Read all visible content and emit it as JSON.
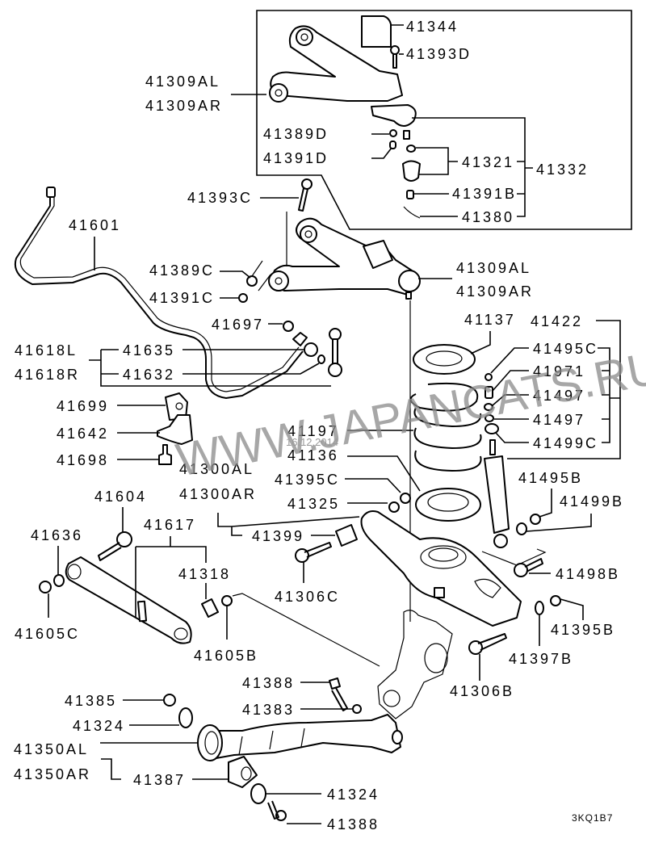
{
  "diagram": {
    "code": "3KQ1B7",
    "watermark": "WWW.JAPANCATS.RU",
    "date_stamp": "16.12.2014",
    "colors": {
      "line": "#000000",
      "watermark": "#8a8a8a",
      "background": "#ffffff"
    },
    "inset_box": {
      "labels": {
        "upper_arm_l": "41309AL",
        "upper_arm_r": "41309AR",
        "bump_stopper": "41344",
        "bolt_d": "41393D",
        "nut_d": "41389D",
        "washer_d": "41391D",
        "ball_joint_dust_cover": "41321",
        "ball_joint": "41332",
        "nut_b": "41391B",
        "cotter_pin": "41380"
      }
    },
    "upper_arm": {
      "bolt_c": "41393C",
      "nut_c": "41389C",
      "washer_c": "41391C",
      "arm_l": "41309AL",
      "arm_r": "41309AR"
    },
    "stabilizer": {
      "bar": "41601",
      "nut": "41697",
      "link_l": "41618L",
      "link_r": "41618R",
      "bushing_link": "41635",
      "link_rod": "41632",
      "bushing": "41699",
      "bracket": "41642",
      "bolt": "41698"
    },
    "spring": {
      "upper_seat": "41137",
      "coil_spring": "41197",
      "lower_seat": "41136",
      "nut_c": "41395C",
      "washer": "41325"
    },
    "shock": {
      "assembly": "41422",
      "nut_c": "41495C",
      "collar": "41971",
      "bushing_1": "41497",
      "bushing_2": "41497",
      "washer_c": "41499C",
      "nut_b": "41495B",
      "washer_b": "41499B",
      "bolt_b": "41498B"
    },
    "lower_arm": {
      "arm_l": "41300AL",
      "arm_r": "41300AR",
      "bushing": "41399",
      "bolt_c": "41306C",
      "bolt_b": "41306B",
      "washer_b": "41397B",
      "nut_b": "41395B"
    },
    "lateral_rod": {
      "bolt": "41604",
      "rod": "41617",
      "washer": "41636",
      "nut_c": "41605C",
      "bushing": "41318",
      "nut_b": "41605B"
    },
    "trailing_arm": {
      "bolt_top": "41388",
      "nut": "41383",
      "nut_end": "41385",
      "washer_top": "41324",
      "arm_l": "41350AL",
      "arm_r": "41350AR",
      "bushing": "41387",
      "washer_bottom": "41324",
      "bolt_bottom": "41388"
    }
  }
}
